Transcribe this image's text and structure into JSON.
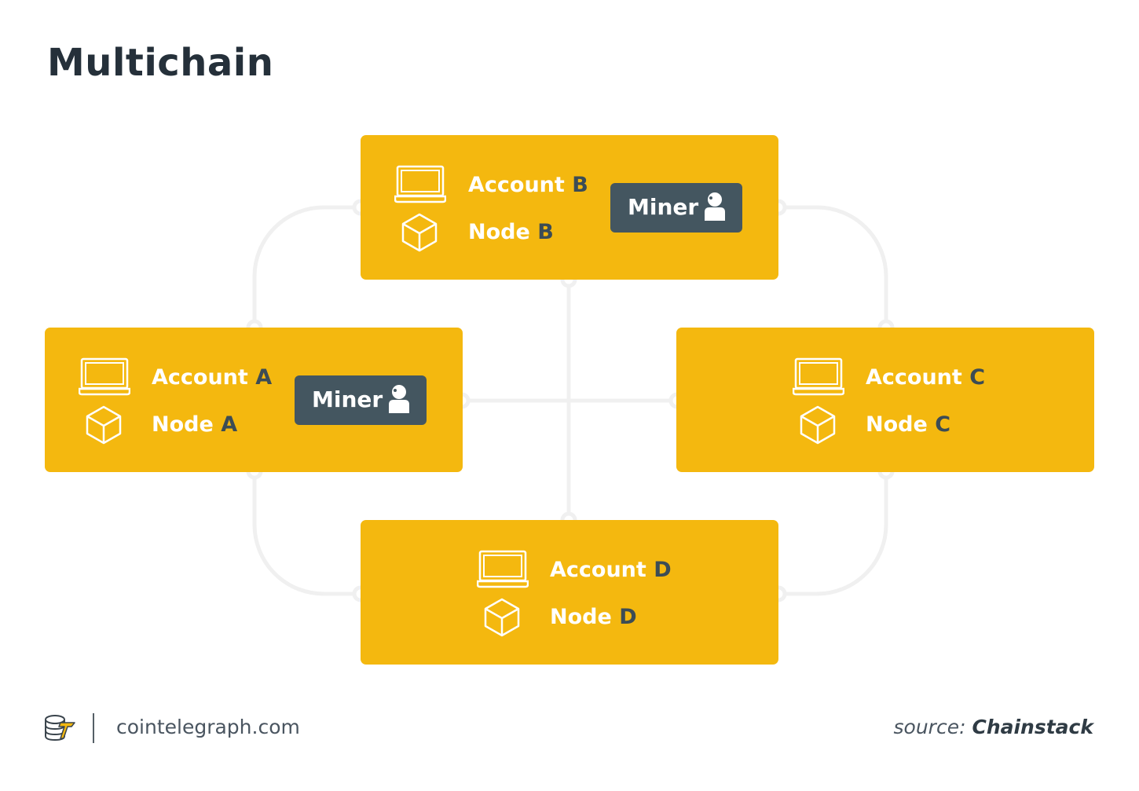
{
  "title": "Multichain",
  "nodes": [
    {
      "id": "B",
      "account_prefix": "Account",
      "account_key": "B",
      "node_prefix": "Node",
      "node_key": "B",
      "miner": "Miner"
    },
    {
      "id": "A",
      "account_prefix": "Account",
      "account_key": "A",
      "node_prefix": "Node",
      "node_key": "A",
      "miner": "Miner"
    },
    {
      "id": "C",
      "account_prefix": "Account",
      "account_key": "C",
      "node_prefix": "Node",
      "node_key": "C"
    },
    {
      "id": "D",
      "account_prefix": "Account",
      "account_key": "D",
      "node_prefix": "Node",
      "node_key": "D"
    }
  ],
  "footer": {
    "site": "cointelegraph.com",
    "source_prefix": "source: ",
    "source_name": "Chainstack"
  },
  "colors": {
    "node_fill": "#f4b80f",
    "miner_fill": "#445660",
    "connector": "#f0f0f0",
    "title": "#25303a"
  },
  "icons": [
    "laptop-icon",
    "cube-icon",
    "miner-person-icon",
    "cointelegraph-logo"
  ]
}
